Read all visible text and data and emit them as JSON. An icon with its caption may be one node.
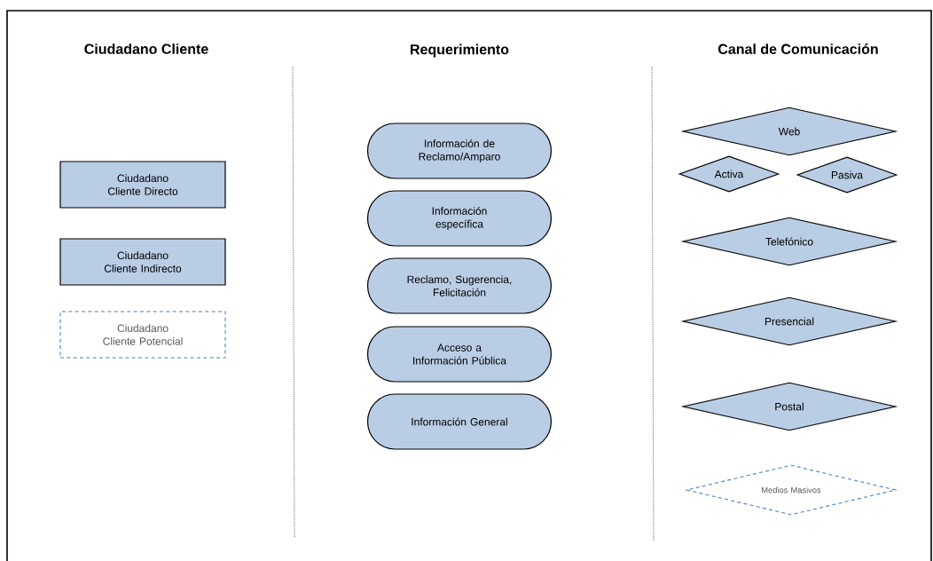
{
  "diagram": {
    "nodes": [
      {
        "text": [
          "Ciudadano Cliente Directo"
        ]
      },
      {
        "text": [
          "Ciudadano Cliente Indirecto"
        ]
      },
      {
        "text": [
          "Ciudadano Cliente Potencial"
        ]
      },
      {
        "text": [
          "Información de Reclamo/Amparo"
        ]
      },
      {
        "text": [
          "Información específica"
        ]
      },
      {
        "text": [
          "Reclamo, Sugerencia, Felicitación"
        ]
      },
      {
        "text": [
          "Acceso a Información Pública"
        ]
      },
      {
        "text": [
          "Información General"
        ]
      },
      {
        "text": [
          "Web"
        ]
      },
      {
        "text": [
          "Activa"
        ]
      },
      {
        "text": [
          "Pasiva"
        ]
      },
      {
        "text": [
          "Telefónico"
        ]
      },
      {
        "text": [
          "Presencial"
        ]
      },
      {
        "text": [
          "Postal"
        ]
      },
      {
        "text": [
          "Medios Masivos"
        ]
      }
    ],
    "labels": [
      "Ciudadano Cliente",
      "Requerimiento",
      "Canal de Comunicación"
    ]
  }
}
